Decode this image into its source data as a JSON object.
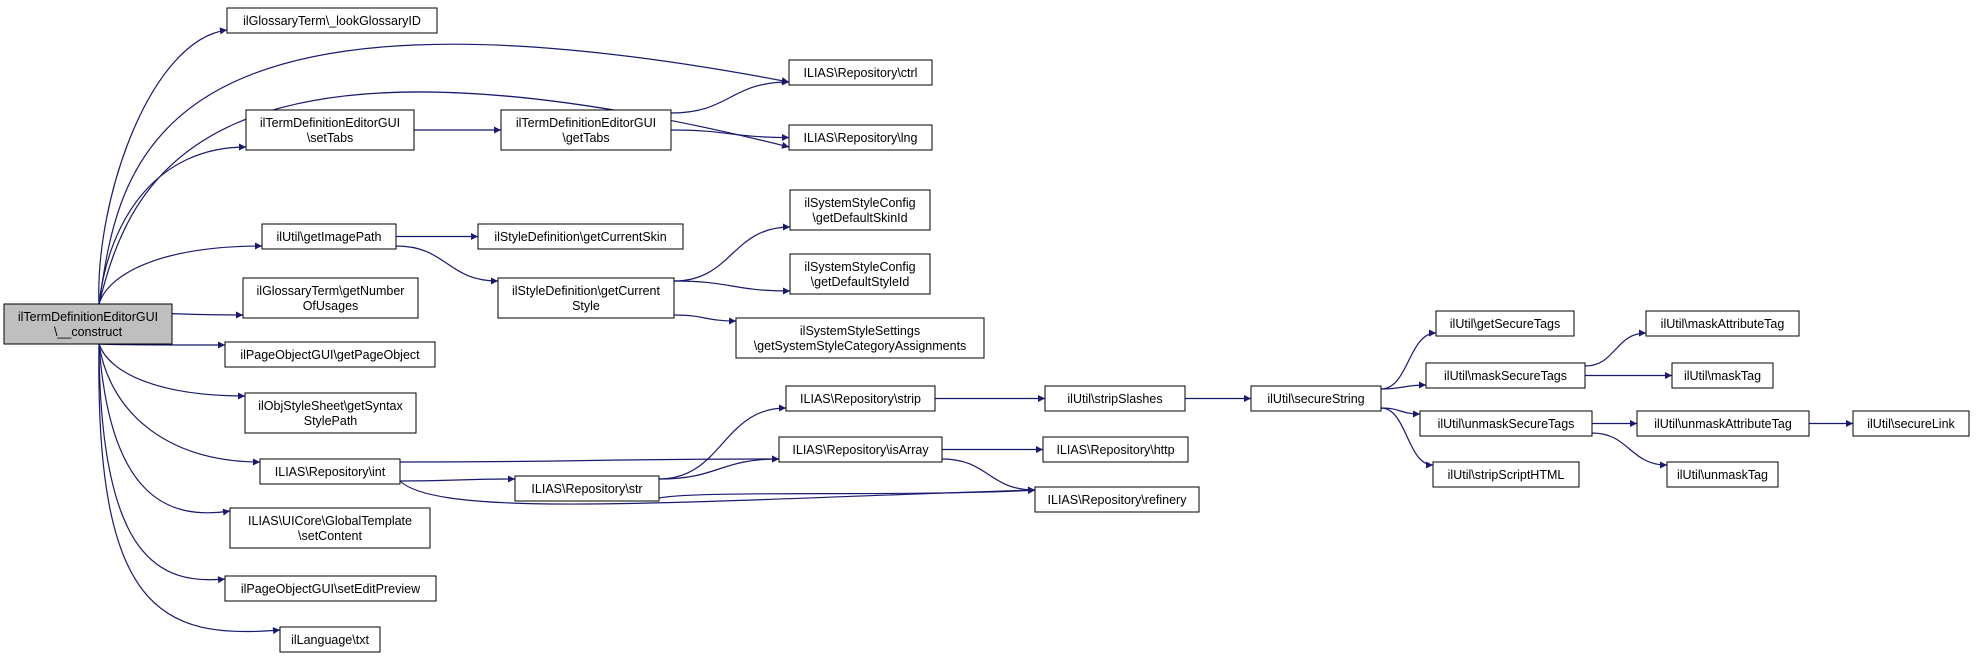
{
  "colors": {
    "edge": "#191970",
    "box_border": "#000000",
    "box_fill": "#ffffff",
    "root_fill": "#bfbfbf"
  },
  "nodes": [
    {
      "id": "root",
      "lines": [
        "ilTermDefinitionEditorGUI",
        "\\__construct"
      ],
      "root": true
    },
    {
      "id": "lookGlossaryID",
      "lines": [
        "ilGlossaryTerm\\_lookGlossaryID"
      ]
    },
    {
      "id": "setTabs",
      "lines": [
        "ilTermDefinitionEditorGUI",
        "\\setTabs"
      ]
    },
    {
      "id": "getImagePath",
      "lines": [
        "ilUtil\\getImagePath"
      ]
    },
    {
      "id": "getNumberOfUsages",
      "lines": [
        "ilGlossaryTerm\\getNumber",
        "OfUsages"
      ]
    },
    {
      "id": "getPageObject",
      "lines": [
        "ilPageObjectGUI\\getPageObject"
      ]
    },
    {
      "id": "getSyntaxStylePath",
      "lines": [
        "ilObjStyleSheet\\getSyntax",
        "StylePath"
      ]
    },
    {
      "id": "int",
      "lines": [
        "ILIAS\\Repository\\int"
      ]
    },
    {
      "id": "setContent",
      "lines": [
        "ILIAS\\UICore\\GlobalTemplate",
        "\\setContent"
      ]
    },
    {
      "id": "setEditPreview",
      "lines": [
        "ilPageObjectGUI\\setEditPreview"
      ]
    },
    {
      "id": "txt",
      "lines": [
        "ilLanguage\\txt"
      ]
    },
    {
      "id": "getTabs",
      "lines": [
        "ilTermDefinitionEditorGUI",
        "\\getTabs"
      ]
    },
    {
      "id": "getCurrentSkin",
      "lines": [
        "ilStyleDefinition\\getCurrentSkin"
      ]
    },
    {
      "id": "getCurrentStyle",
      "lines": [
        "ilStyleDefinition\\getCurrent",
        "Style"
      ]
    },
    {
      "id": "str",
      "lines": [
        "ILIAS\\Repository\\str"
      ]
    },
    {
      "id": "ctrl",
      "lines": [
        "ILIAS\\Repository\\ctrl"
      ]
    },
    {
      "id": "lng",
      "lines": [
        "ILIAS\\Repository\\lng"
      ]
    },
    {
      "id": "getDefaultSkinId",
      "lines": [
        "ilSystemStyleConfig",
        "\\getDefaultSkinId"
      ]
    },
    {
      "id": "getDefaultStyleId",
      "lines": [
        "ilSystemStyleConfig",
        "\\getDefaultStyleId"
      ]
    },
    {
      "id": "getSystemStyleCategoryAssignments",
      "lines": [
        "ilSystemStyleSettings",
        "\\getSystemStyleCategoryAssignments"
      ]
    },
    {
      "id": "strip",
      "lines": [
        "ILIAS\\Repository\\strip"
      ]
    },
    {
      "id": "isArray",
      "lines": [
        "ILIAS\\Repository\\isArray"
      ]
    },
    {
      "id": "stripSlashes",
      "lines": [
        "ilUtil\\stripSlashes"
      ]
    },
    {
      "id": "http",
      "lines": [
        "ILIAS\\Repository\\http"
      ]
    },
    {
      "id": "refinery",
      "lines": [
        "ILIAS\\Repository\\refinery"
      ]
    },
    {
      "id": "secureString",
      "lines": [
        "ilUtil\\secureString"
      ]
    },
    {
      "id": "getSecureTags",
      "lines": [
        "ilUtil\\getSecureTags"
      ]
    },
    {
      "id": "maskSecureTags",
      "lines": [
        "ilUtil\\maskSecureTags"
      ]
    },
    {
      "id": "unmaskSecureTags",
      "lines": [
        "ilUtil\\unmaskSecureTags"
      ]
    },
    {
      "id": "stripScriptHTML",
      "lines": [
        "ilUtil\\stripScriptHTML"
      ]
    },
    {
      "id": "maskAttributeTag",
      "lines": [
        "ilUtil\\maskAttributeTag"
      ]
    },
    {
      "id": "maskTag",
      "lines": [
        "ilUtil\\maskTag"
      ]
    },
    {
      "id": "unmaskAttributeTag",
      "lines": [
        "ilUtil\\unmaskAttributeTag"
      ]
    },
    {
      "id": "unmaskTag",
      "lines": [
        "ilUtil\\unmaskTag"
      ]
    },
    {
      "id": "secureLink",
      "lines": [
        "ilUtil\\secureLink"
      ]
    }
  ],
  "edges": [
    [
      "root",
      "lookGlossaryID"
    ],
    [
      "root",
      "ctrl"
    ],
    [
      "root",
      "setTabs"
    ],
    [
      "root",
      "lng"
    ],
    [
      "root",
      "getImagePath"
    ],
    [
      "root",
      "getNumberOfUsages"
    ],
    [
      "root",
      "getPageObject"
    ],
    [
      "root",
      "getSyntaxStylePath"
    ],
    [
      "root",
      "int"
    ],
    [
      "root",
      "setContent"
    ],
    [
      "root",
      "setEditPreview"
    ],
    [
      "root",
      "txt"
    ],
    [
      "setTabs",
      "getTabs"
    ],
    [
      "getTabs",
      "ctrl"
    ],
    [
      "getTabs",
      "lng"
    ],
    [
      "getImagePath",
      "getCurrentSkin"
    ],
    [
      "getImagePath",
      "getCurrentStyle"
    ],
    [
      "getCurrentStyle",
      "getDefaultSkinId"
    ],
    [
      "getCurrentStyle",
      "getDefaultStyleId"
    ],
    [
      "getCurrentStyle",
      "getSystemStyleCategoryAssignments"
    ],
    [
      "int",
      "isArray"
    ],
    [
      "int",
      "str"
    ],
    [
      "int",
      "refinery"
    ],
    [
      "str",
      "strip"
    ],
    [
      "str",
      "isArray"
    ],
    [
      "str",
      "refinery"
    ],
    [
      "strip",
      "stripSlashes"
    ],
    [
      "isArray",
      "http"
    ],
    [
      "isArray",
      "refinery"
    ],
    [
      "stripSlashes",
      "secureString"
    ],
    [
      "secureString",
      "getSecureTags"
    ],
    [
      "secureString",
      "maskSecureTags"
    ],
    [
      "secureString",
      "unmaskSecureTags"
    ],
    [
      "secureString",
      "stripScriptHTML"
    ],
    [
      "maskSecureTags",
      "maskAttributeTag"
    ],
    [
      "maskSecureTags",
      "maskTag"
    ],
    [
      "unmaskSecureTags",
      "unmaskAttributeTag"
    ],
    [
      "unmaskSecureTags",
      "unmaskTag"
    ],
    [
      "unmaskAttributeTag",
      "secureLink"
    ]
  ]
}
